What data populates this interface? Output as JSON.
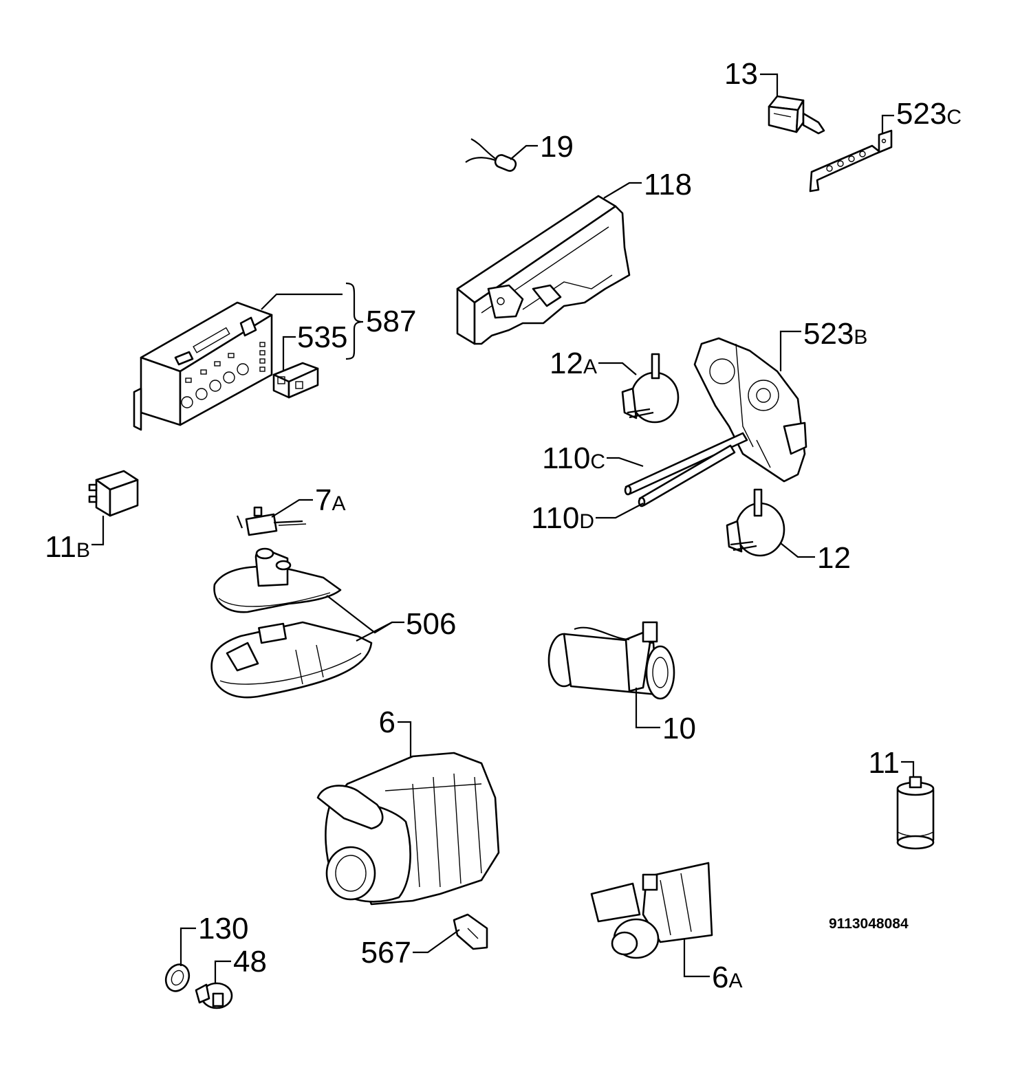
{
  "drawing_code": "9113048084",
  "parts": [
    {
      "id": "p13",
      "number": "13",
      "suffix": ""
    },
    {
      "id": "p523c",
      "number": "523",
      "suffix": "C"
    },
    {
      "id": "p19",
      "number": "19",
      "suffix": ""
    },
    {
      "id": "p118",
      "number": "118",
      "suffix": ""
    },
    {
      "id": "p587",
      "number": "587",
      "suffix": ""
    },
    {
      "id": "p535",
      "number": "535",
      "suffix": ""
    },
    {
      "id": "p523b",
      "number": "523",
      "suffix": "B"
    },
    {
      "id": "p12a",
      "number": "12",
      "suffix": "A"
    },
    {
      "id": "p110c",
      "number": "110",
      "suffix": "C"
    },
    {
      "id": "p110d",
      "number": "110",
      "suffix": "D"
    },
    {
      "id": "p12",
      "number": "12",
      "suffix": ""
    },
    {
      "id": "p7a",
      "number": "7",
      "suffix": "A"
    },
    {
      "id": "p11b",
      "number": "11",
      "suffix": "B"
    },
    {
      "id": "p506",
      "number": "506",
      "suffix": ""
    },
    {
      "id": "p10",
      "number": "10",
      "suffix": ""
    },
    {
      "id": "p6",
      "number": "6",
      "suffix": ""
    },
    {
      "id": "p11",
      "number": "11",
      "suffix": ""
    },
    {
      "id": "p130",
      "number": "130",
      "suffix": ""
    },
    {
      "id": "p48",
      "number": "48",
      "suffix": ""
    },
    {
      "id": "p567",
      "number": "567",
      "suffix": ""
    },
    {
      "id": "p6a",
      "number": "6",
      "suffix": "A"
    }
  ]
}
